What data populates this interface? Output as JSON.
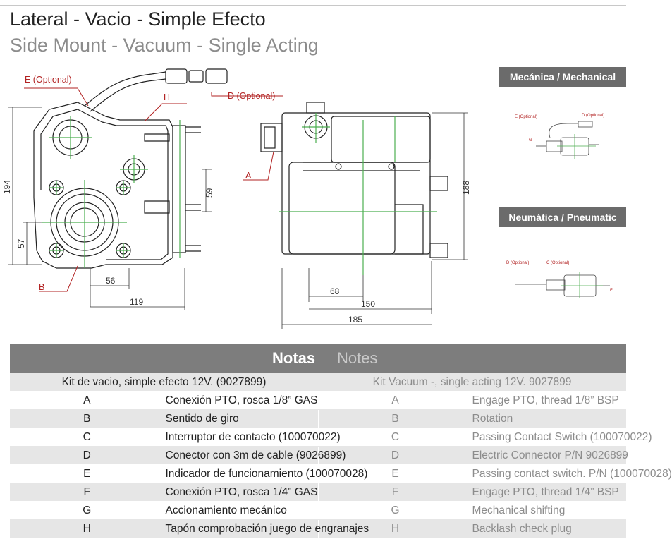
{
  "title": {
    "es": "Lateral - Vacio - Simple Efecto",
    "en": "Side Mount - Vacuum - Single Acting"
  },
  "drawing": {
    "callouts": {
      "e": "E (Optional)",
      "d": "D (Optional)",
      "h": "H",
      "a": "A",
      "b": "B"
    },
    "dimensions": {
      "d194": "194",
      "d57": "57",
      "d59": "59",
      "d56": "56",
      "d119": "119",
      "d188": "188",
      "d68": "68",
      "d150": "150",
      "d185": "185"
    }
  },
  "variants": [
    {
      "label": "Mecánica / Mechanical",
      "callouts": {
        "e": "E (Optional)",
        "d": "D (Optional)",
        "g": "G"
      }
    },
    {
      "label": "Neumática / Pneumatic",
      "callouts": {
        "d": "D (Optional)",
        "c": "C (Optional)",
        "f": "F"
      }
    }
  ],
  "notes": {
    "header_es": "Notas",
    "header_en": "Notes",
    "kit_es": "Kit de vacio, simple efecto 12V. (9027899)",
    "kit_en": "Kit Vacuum -, single acting 12V. 9027899",
    "rows": [
      {
        "key": "A",
        "es": "Conexión PTO, rosca 1/8” GAS",
        "en": "Engage PTO, thread 1/8” BSP"
      },
      {
        "key": "B",
        "es": "Sentido de giro",
        "en": "Rotation"
      },
      {
        "key": "C",
        "es": "Interruptor de contacto (100070022)",
        "en": "Passing Contact Switch (100070022)"
      },
      {
        "key": "D",
        "es": "Conector con 3m de cable (9026899)",
        "en": "Electric Connector P/N 9026899"
      },
      {
        "key": "E",
        "es": "Indicador de funcionamiento (100070028)",
        "en": "Passing contact switch. P/N (100070028)"
      },
      {
        "key": "F",
        "es": "Conexión PTO, rosca 1/4” GAS",
        "en": "Engage PTO, thread 1/4” BSP"
      },
      {
        "key": "G",
        "es": "Accionamiento mecánico",
        "en": "Mechanical shifting"
      },
      {
        "key": "H",
        "es": "Tapón comprobación juego de engranajes",
        "en": "Backlash check plug"
      }
    ]
  },
  "colors": {
    "accent_line": "#4caf50",
    "callout": "#b22222",
    "header_bg": "#7d7d7d",
    "badge_bg": "#6b6b6b"
  }
}
